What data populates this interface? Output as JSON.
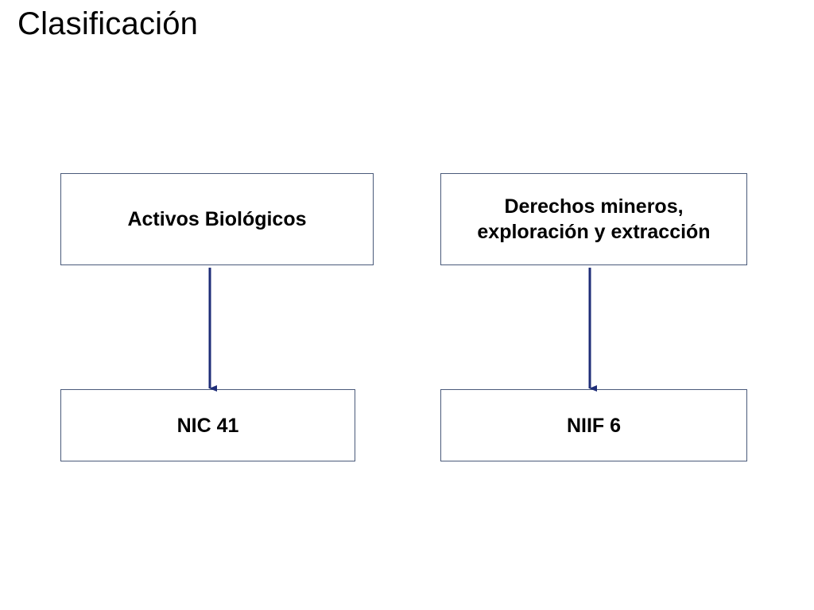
{
  "title": "Clasificación",
  "colors": {
    "box_border": "#4a5a7a",
    "arrow": "#1f2e78"
  },
  "nodes": {
    "activos_biologicos": "Activos Biológicos",
    "derechos_mineros": "Derechos mineros,\nexploración y extracción",
    "nic_41": "NIC 41",
    "niif_6": "NIIF 6"
  },
  "edges": [
    {
      "from": "activos_biologicos",
      "to": "nic_41"
    },
    {
      "from": "derechos_mineros",
      "to": "niif_6"
    }
  ]
}
